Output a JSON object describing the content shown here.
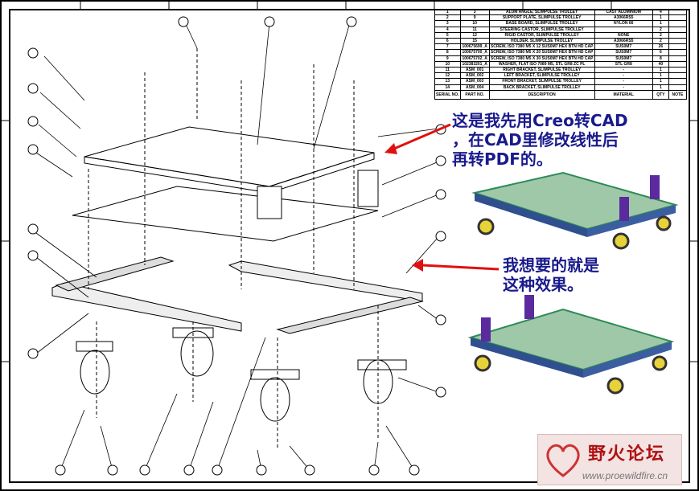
{
  "bom": {
    "rows": [
      {
        "no": "1",
        "part": "3",
        "desc": "ALUM ANGLE, SLIMPULSE TROLLEY",
        "material": "CAST ALUMINIUM",
        "qty": "4",
        "note": ""
      },
      {
        "no": "2",
        "part": "9",
        "desc": "SUPPORT PLATE, SLIMPULSE TROLLEY",
        "material": "A3066RS5",
        "qty": "1",
        "note": ""
      },
      {
        "no": "3",
        "part": "10",
        "desc": "BASE BOARD, SLIMPULSE TROLLEY",
        "material": "NYLON 66",
        "qty": "1",
        "note": ""
      },
      {
        "no": "4",
        "part": "11",
        "desc": "STEERING CASTOR, SLIMPULSE TROLLEY",
        "material": "",
        "qty": "2",
        "note": ""
      },
      {
        "no": "5",
        "part": "12",
        "desc": "RIGID CASTOR, SLIMPULSE TROLLEY",
        "material": "NONE",
        "qty": "2",
        "note": ""
      },
      {
        "no": "6",
        "part": "15",
        "desc": "HOLDER, SLIMPULSE TROLLEY",
        "material": "A3066RS5",
        "qty": "2",
        "note": ""
      },
      {
        "no": "7",
        "part": "100675699_A",
        "desc": "SCREW, ISO 7380 M5 X 12 SUS0M7 HEX BTN HD CAP",
        "material": "SUS0M7",
        "qty": "26",
        "note": ""
      },
      {
        "no": "8",
        "part": "100675700_A",
        "desc": "SCREW, ISO 7380 M5 X 20 SUS0M7 HEX BTN HD CAP",
        "material": "SUS0M7",
        "qty": "6",
        "note": ""
      },
      {
        "no": "9",
        "part": "100675702_A",
        "desc": "SCREW, ISO 7380 M5 X 30 SUS0M7 HEX BTN HD CAP",
        "material": "SUS0M7",
        "qty": "8",
        "note": ""
      },
      {
        "no": "10",
        "part": "102383201_A",
        "desc": "WASHER, FLAT ISO 7089 M5, STL GR8 ZC PL",
        "material": "STL GR8",
        "qty": "40",
        "note": ""
      },
      {
        "no": "11",
        "part": "ASM_001",
        "desc": "RIGHT BRACKET, SLIMPULSE TROLLEY",
        "material": "-",
        "qty": "1",
        "note": ""
      },
      {
        "no": "12",
        "part": "ASM_002",
        "desc": "LEFT BRACKET, SLIMPULSE TROLLEY",
        "material": "-",
        "qty": "1",
        "note": ""
      },
      {
        "no": "13",
        "part": "ASM_003",
        "desc": "FRONT BRACKET, SLIMPULSE TROLLEY",
        "material": "-",
        "qty": "1",
        "note": ""
      },
      {
        "no": "14",
        "part": "ASM_004",
        "desc": "BACK BRACKET, SLIMPULSE TROLLEY",
        "material": "-",
        "qty": "1",
        "note": ""
      }
    ],
    "header": {
      "no": "SERIAL NO.",
      "part": "PART NO.",
      "desc": "DESCRIPTION",
      "material": "MATERIAL",
      "qty": "QTY",
      "note": "NOTE"
    }
  },
  "annotations": {
    "note1": [
      "这是我先用Creo转CAD",
      "，在CAD里修改线性后",
      "再转PDF的。"
    ],
    "note2": [
      "我想要的就是",
      "这种效果。"
    ]
  },
  "watermark": {
    "title": "野火论坛",
    "url": "www.proewildfire.cn"
  },
  "colors": {
    "arrow": "#e01010",
    "note_text": "#1a1a8c",
    "frame_green": "#2e8b57",
    "tray_blue": "#2f4f8f",
    "holder_purple": "#5b2a9e",
    "wheel_yellow": "#e8d23a"
  }
}
